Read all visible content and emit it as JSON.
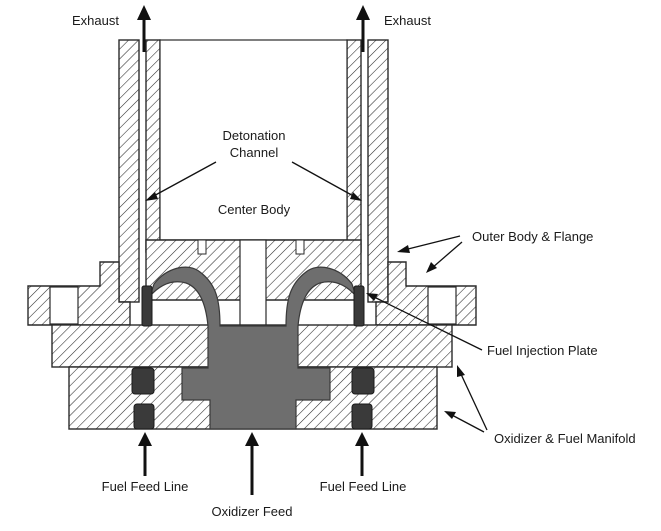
{
  "labels": {
    "exhaust_left": "Exhaust",
    "exhaust_right": "Exhaust",
    "detonation_channel_line1": "Detonation",
    "detonation_channel_line2": "Channel",
    "center_body": "Center Body",
    "outer_body_flange": "Outer Body & Flange",
    "fuel_injection_plate": "Fuel Injection Plate",
    "oxidizer_fuel_manifold": "Oxidizer & Fuel Manifold",
    "fuel_feed_line_left": "Fuel Feed Line",
    "fuel_feed_line_right": "Fuel Feed Line",
    "oxidizer_feed": "Oxidizer Feed"
  },
  "colors": {
    "hatch_stroke": "#2a2a2a",
    "oxidizer_fill": "#6e6e6e",
    "seal_fill": "#3a3a3a",
    "background": "#ffffff"
  }
}
